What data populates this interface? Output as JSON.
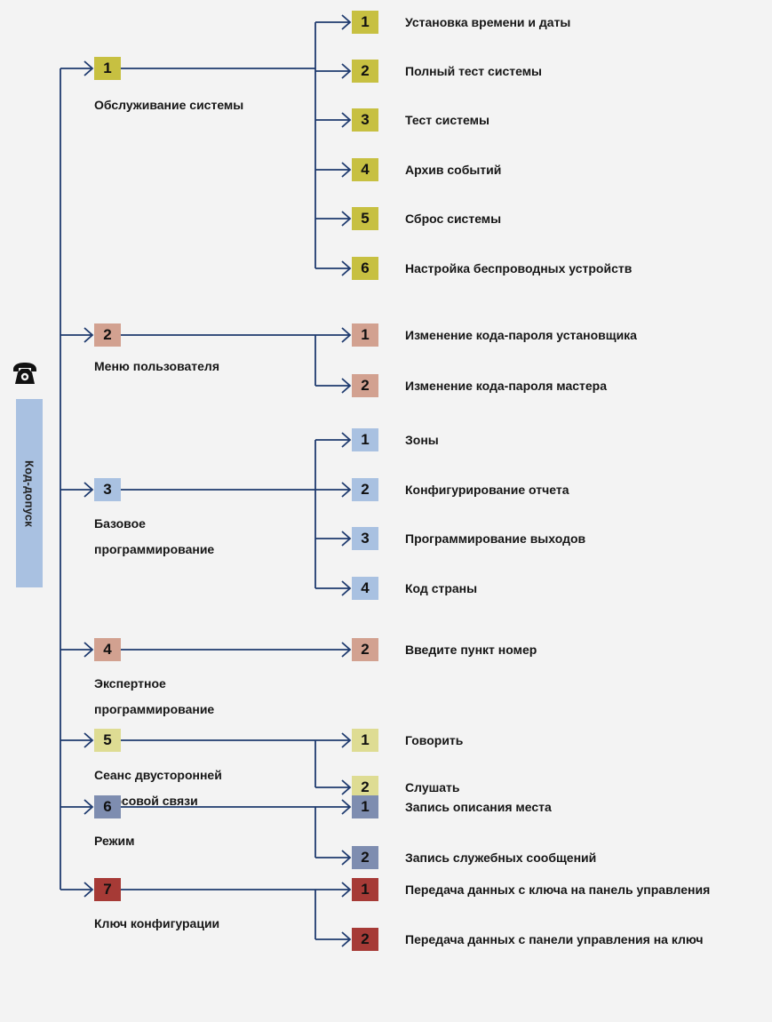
{
  "root": {
    "label": "Код-допуск",
    "icon": "telephone-icon"
  },
  "colors": {
    "line": "#1e3a6e",
    "yellow": "#c7c041",
    "pale_yellow": "#dedc93",
    "rose": "#d2a190",
    "blue": "#a9c1e1",
    "slate": "#7e8db0",
    "red": "#a63a36"
  },
  "menus": [
    {
      "num": "1",
      "label": "Обслуживание системы",
      "color": "yellow",
      "items": [
        {
          "num": "1",
          "label": "Установка времени и даты",
          "color": "yellow"
        },
        {
          "num": "2",
          "label": "Полный тест системы",
          "color": "yellow"
        },
        {
          "num": "3",
          "label": "Тест системы",
          "color": "yellow"
        },
        {
          "num": "4",
          "label": "Архив событий",
          "color": "yellow"
        },
        {
          "num": "5",
          "label": "Сброс системы",
          "color": "yellow"
        },
        {
          "num": "6",
          "label": "Настройка беспроводных устройств",
          "color": "yellow"
        }
      ]
    },
    {
      "num": "2",
      "label": "Меню пользователя",
      "color": "rose",
      "items": [
        {
          "num": "1",
          "label": "Изменение кода-пароля установщика",
          "color": "rose"
        },
        {
          "num": "2",
          "label": "Изменение кода-пароля мастера",
          "color": "rose"
        }
      ]
    },
    {
      "num": "3",
      "label": "Базовое программирование",
      "color": "blue",
      "items": [
        {
          "num": "1",
          "label": "Зоны",
          "color": "blue"
        },
        {
          "num": "2",
          "label": "Конфигурирование отчета",
          "color": "blue"
        },
        {
          "num": "3",
          "label": "Программирование выходов",
          "color": "blue"
        },
        {
          "num": "4",
          "label": "Код страны",
          "color": "blue"
        }
      ]
    },
    {
      "num": "4",
      "label": "Экспертное программирование",
      "color": "rose",
      "items": [
        {
          "num": "2",
          "label": "Введите пункт номер",
          "color": "rose"
        }
      ]
    },
    {
      "num": "5",
      "label": "Сеанс двусторонней голосовой связи",
      "color": "pale_yellow",
      "items": [
        {
          "num": "1",
          "label": "Говорить",
          "color": "pale_yellow"
        },
        {
          "num": "2",
          "label": "Слушать",
          "color": "pale_yellow"
        }
      ]
    },
    {
      "num": "6",
      "label": "Режим",
      "color": "slate",
      "items": [
        {
          "num": "1",
          "label": "Запись описания места",
          "color": "slate"
        },
        {
          "num": "2",
          "label": "Запись служебных сообщений",
          "color": "slate"
        }
      ]
    },
    {
      "num": "7",
      "label": "Ключ конфигурации",
      "color": "red",
      "items": [
        {
          "num": "1",
          "label": "Передача данных с ключа на панель управления",
          "color": "red"
        },
        {
          "num": "2",
          "label": "Передача данных с панели управления на ключ",
          "color": "red"
        }
      ]
    }
  ]
}
